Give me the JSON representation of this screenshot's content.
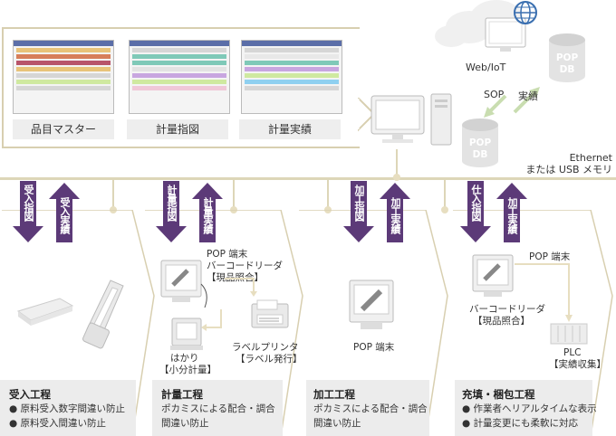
{
  "screens": [
    {
      "label": "品目マスター"
    },
    {
      "label": "計量指図"
    },
    {
      "label": "計量実績"
    }
  ],
  "cloud": {
    "weblabel": "Web/IoT",
    "sop": "SOP",
    "jisseki": "実績",
    "db_top_l1": "POP",
    "db_top_l2": "DB",
    "db_mid_l1": "POP",
    "db_mid_l2": "DB"
  },
  "network": {
    "line1": "Ethernet",
    "line2": "または USB メモリ"
  },
  "stages": [
    {
      "arrow_down": "受入指図",
      "arrow_up": "受入実績",
      "title": "受入工程",
      "bullets": [
        "● 原料受入数字間違い防止",
        "● 原料受入間違い防止"
      ]
    },
    {
      "arrow_down": "計量指図",
      "arrow_up": "計量実績",
      "title": "計量工程",
      "bullets": [
        "ポカミスによる配合・調合",
        "間違い防止"
      ],
      "labels": {
        "pop": "POP 端末",
        "barcode": "バーコードリーダ",
        "genpin": "【現品照合】",
        "hakari": "はかり",
        "shobun": "【小分計量】",
        "printer": "ラベルプリンタ",
        "label_hakko": "【ラベル発行】"
      }
    },
    {
      "arrow_down": "加工指図",
      "arrow_up": "加工実績",
      "title": "加工工程",
      "bullets": [
        "ポカミスによる配合・調合",
        "間違い防止"
      ],
      "labels": {
        "pop": "POP 端末"
      }
    },
    {
      "arrow_down": "仕入指図",
      "arrow_up": "加工実績",
      "title": "充填・梱包工程",
      "bullets": [
        "● 作業者へリアルタイムな表示",
        "● 計量変更にも柔軟に対応"
      ],
      "labels": {
        "pop": "POP 端末",
        "barcode": "バーコードリーダ",
        "genpin": "【現品照合】",
        "plc": "PLC",
        "jisseki_shushu": "【実績収集】"
      }
    }
  ],
  "colors": {
    "arrow": "#5c3a78",
    "frame": "#d8cfb0",
    "panel": "#ececec"
  }
}
